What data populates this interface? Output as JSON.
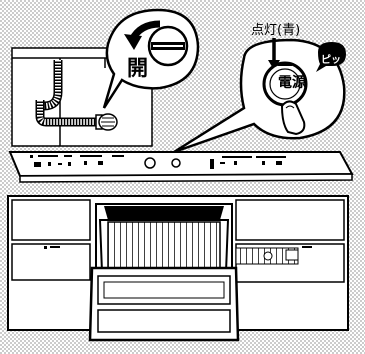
{
  "callouts": {
    "valve": {
      "open_label": "開"
    },
    "power": {
      "lit_label": "点灯(青)",
      "button_label": "電源",
      "beep_label": "ピッ"
    }
  },
  "icons": {
    "valve": "rotate-arrow-icon",
    "hand": "pointing-finger-icon",
    "sound": "speech-bubble-icon"
  },
  "colors": {
    "line": "#000000",
    "panel": "#ffffff",
    "dots": "#b0b0b0"
  }
}
